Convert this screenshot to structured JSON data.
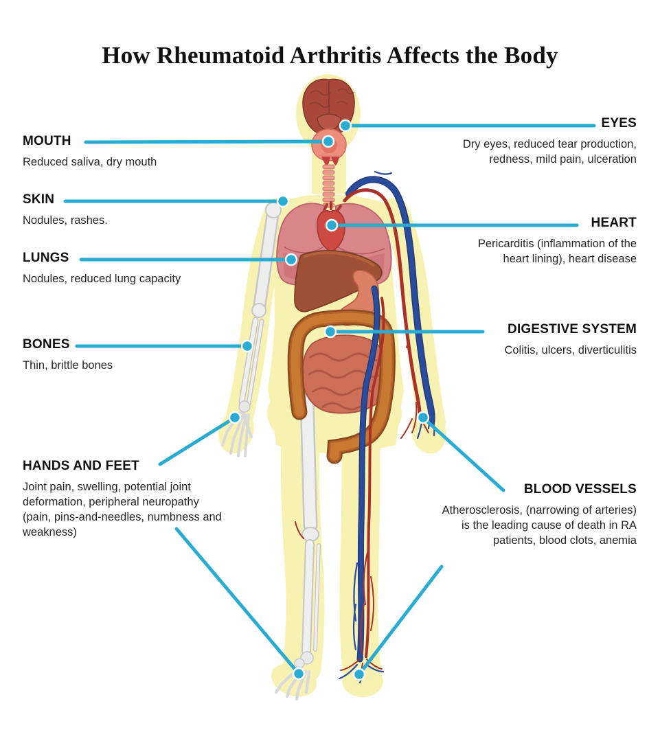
{
  "title": "How Rheumatoid Arthritis Affects the Body",
  "figure": "human-body-anatomy-illustration",
  "colors": {
    "accent": "#29ABD2",
    "silhouette": "#F8F2B2",
    "bone": "#ECECEC",
    "vein_blue": "#2B4B9B",
    "artery_red": "#A93129",
    "lung_pink": "#D8868A",
    "heart_red": "#CC4A42",
    "liver_brown": "#9E5134",
    "intestine_brown": "#B2622A",
    "brain_red": "#A8483A"
  },
  "callouts": [
    {
      "id": "mouth",
      "side": "left",
      "heading": "MOUTH",
      "description": "Reduced saliva, dry mouth"
    },
    {
      "id": "skin",
      "side": "left",
      "heading": "SKIN",
      "description": "Nodules, rashes."
    },
    {
      "id": "lungs",
      "side": "left",
      "heading": "LUNGS",
      "description": "Nodules, reduced lung capacity"
    },
    {
      "id": "bones",
      "side": "left",
      "heading": "BONES",
      "description": "Thin, brittle bones"
    },
    {
      "id": "hands-and-feet",
      "side": "left",
      "heading": "HANDS AND FEET",
      "description": "Joint pain, swelling, potential joint deformation, peripheral neuropathy (pain, pins-and-needles, numbness and weakness)"
    },
    {
      "id": "eyes",
      "side": "right",
      "heading": "EYES",
      "description": "Dry eyes, reduced tear production, redness, mild pain, ulceration"
    },
    {
      "id": "heart",
      "side": "right",
      "heading": "HEART",
      "description": "Pericarditis (inflammation of the heart lining), heart disease"
    },
    {
      "id": "digestive-system",
      "side": "right",
      "heading": "DIGESTIVE SYSTEM",
      "description": "Colitis, ulcers, diverticulitis"
    },
    {
      "id": "blood-vessels",
      "side": "right",
      "heading": "BLOOD VESSELS",
      "description": "Atherosclerosis, (narrowing of arteries) is the leading cause of death in RA patients, blood clots, anemia"
    }
  ]
}
